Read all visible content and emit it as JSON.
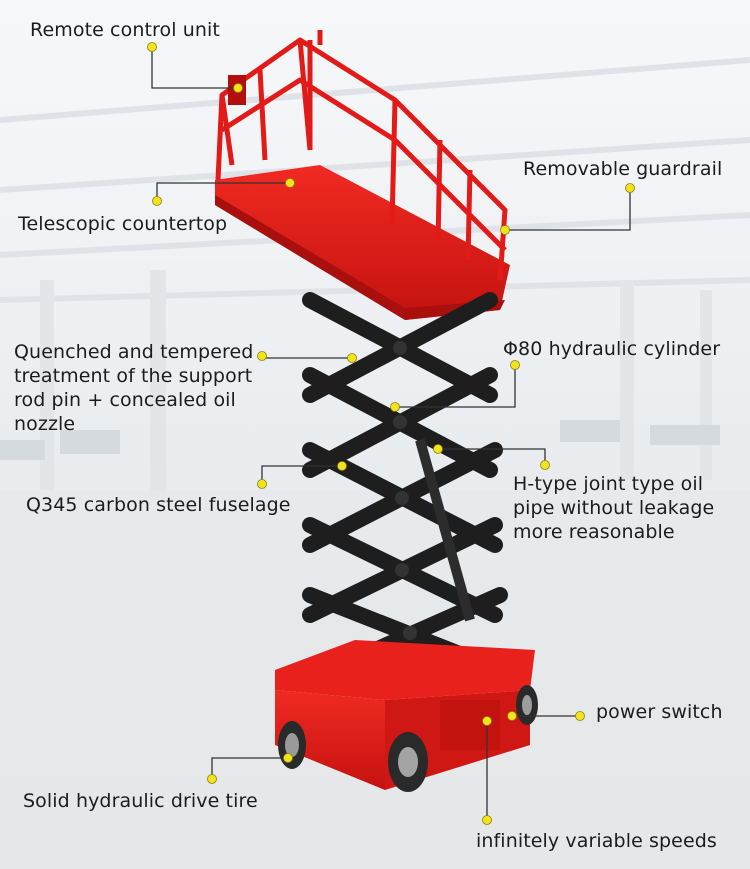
{
  "labels": {
    "remote_control_unit": "Remote control unit",
    "removable_guardrail": "Removable guardrail",
    "telescopic_countertop": "Telescopic countertop",
    "quenched_support_pin": "Quenched and tempered\ntreatment of the support\nrod pin + concealed oil\nnozzle",
    "hydraulic_cylinder": "Φ80 hydraulic cylinder",
    "h_type_joint": "H-type joint type oil\npipe without leakage\nmore reasonable",
    "q345_fuselage": "Q345 carbon steel fuselage",
    "power_switch": "power switch",
    "solid_drive_tire": "Solid hydraulic drive tire",
    "variable_speeds": "infinitely variable speeds"
  },
  "colors": {
    "machine_red": "#e01a17",
    "scissor_black": "#1e1e1e",
    "callout_dot": "#f2e31a",
    "leader_line": "#333333",
    "background": "#eef0f2"
  }
}
